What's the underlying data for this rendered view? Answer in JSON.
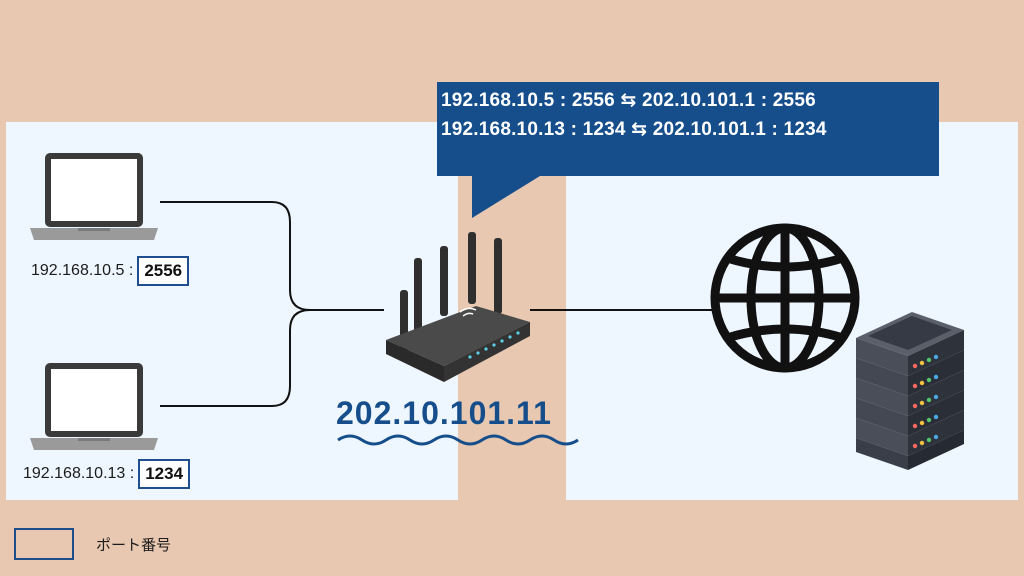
{
  "nat_table": {
    "rows": [
      "192.168.10.5 : 2556 ⇆ 202.10.101.1 : 2556",
      "192.168.10.13 : 1234 ⇆ 202.10.101.1 : 1234"
    ]
  },
  "pcs": [
    {
      "ip": "192.168.10.5 :",
      "port": "2556"
    },
    {
      "ip": "192.168.10.13 :",
      "port": "1234"
    }
  ],
  "router": {
    "global_ip": "202.10.101.11"
  },
  "legend": {
    "label": "ポート番号"
  },
  "colors": {
    "background": "#e8c8b0",
    "panel": "#eef6ff",
    "accent": "#154e8b",
    "device": "#3a3a3a"
  },
  "icons": [
    "laptop-icon",
    "router-icon",
    "globe-icon",
    "server-rack-icon"
  ]
}
